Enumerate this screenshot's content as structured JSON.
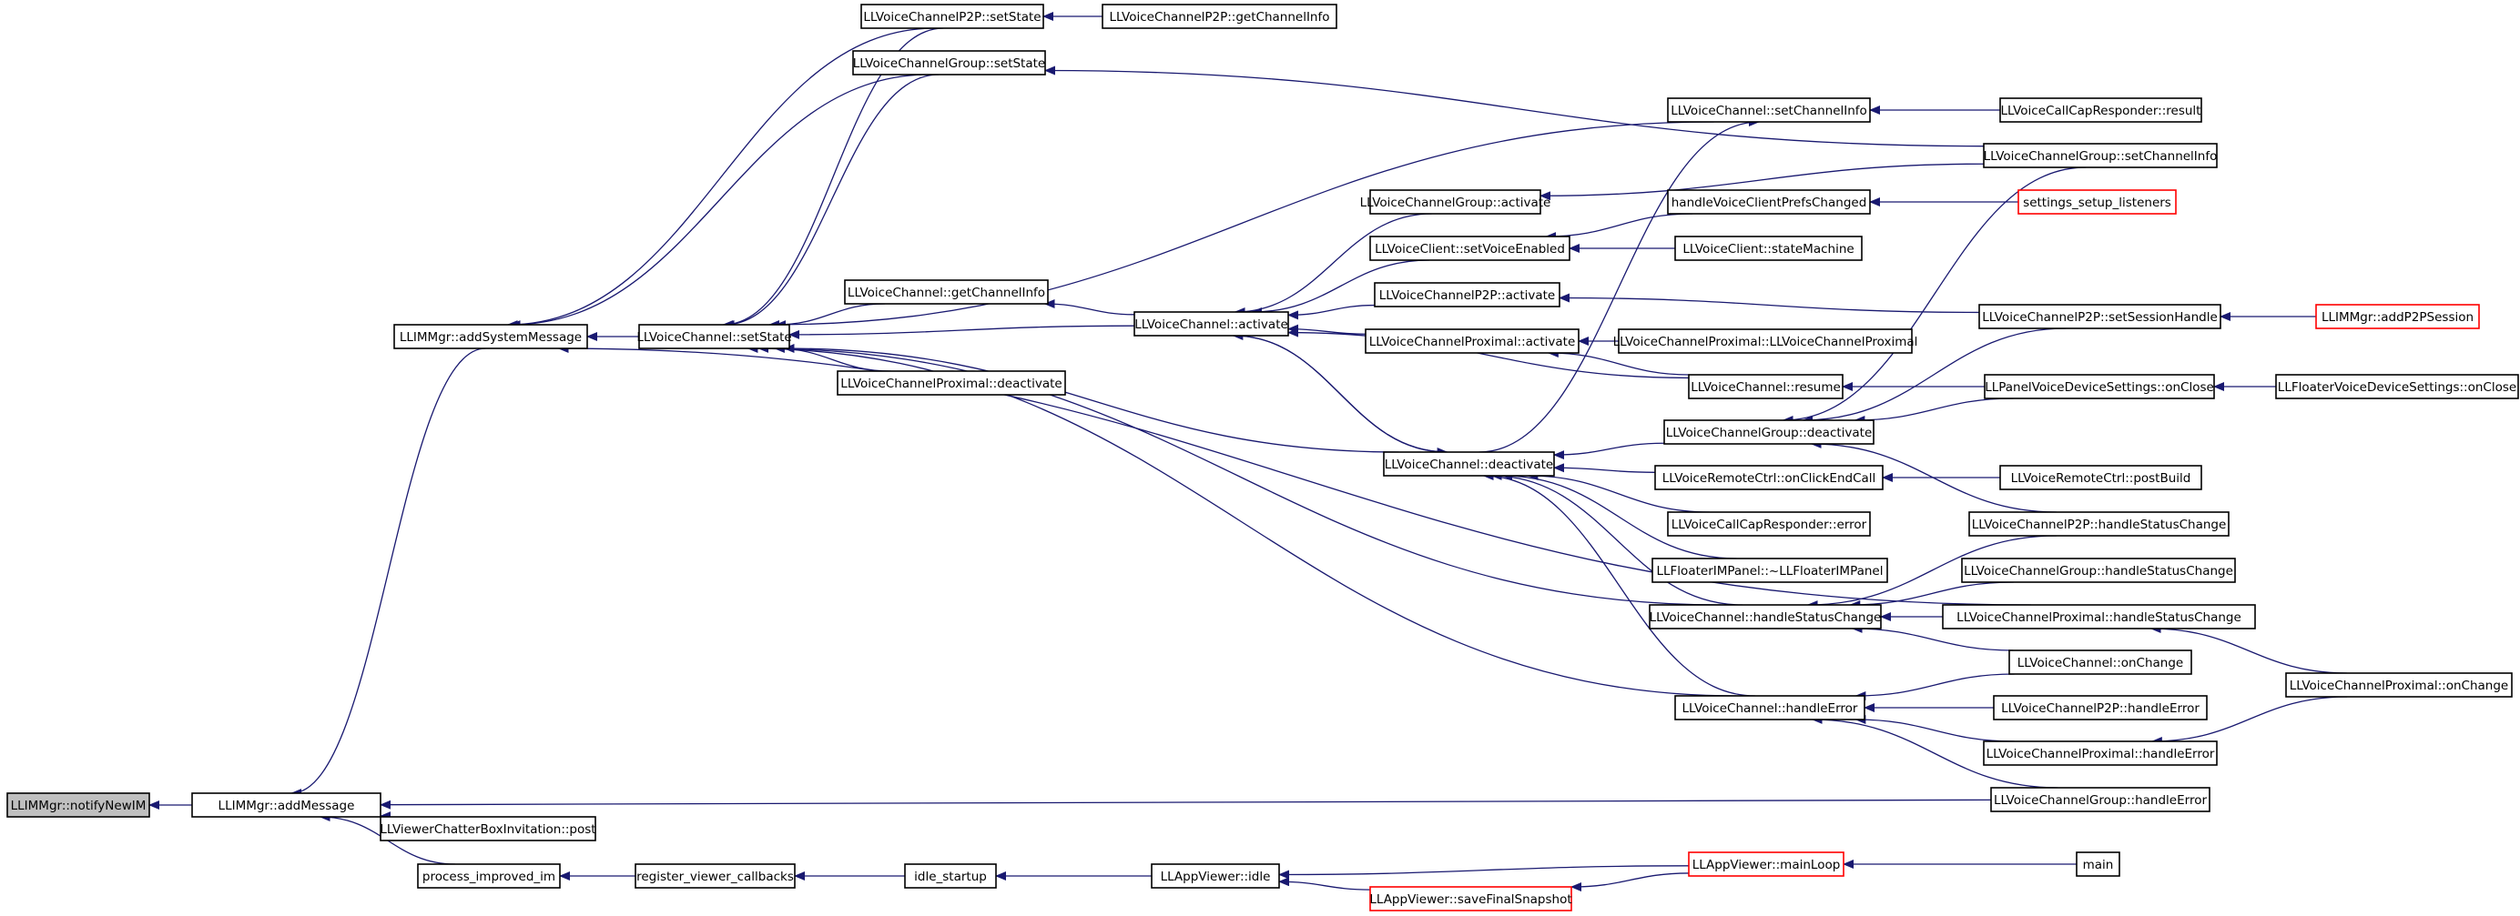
{
  "diagram": {
    "nodes": [
      {
        "id": "n1",
        "label": "LLIMMgr::notifyNewIM",
        "style": "root"
      },
      {
        "id": "n2",
        "label": "LLIMMgr::addMessage"
      },
      {
        "id": "n3",
        "label": "LLIMMgr::addSystemMessage"
      },
      {
        "id": "n4",
        "label": "LLViewerChatterBoxInvitation::post"
      },
      {
        "id": "n5",
        "label": "process_improved_im"
      },
      {
        "id": "n6",
        "label": "register_viewer_callbacks"
      },
      {
        "id": "n7",
        "label": "idle_startup"
      },
      {
        "id": "n8",
        "label": "LLAppViewer::idle"
      },
      {
        "id": "n9",
        "label": "LLAppViewer::mainLoop",
        "style": "truncated"
      },
      {
        "id": "n10",
        "label": "LLAppViewer::saveFinalSnapshot",
        "style": "truncated"
      },
      {
        "id": "n11",
        "label": "main"
      },
      {
        "id": "n12",
        "label": "LLVoiceChannel::setState"
      },
      {
        "id": "n13",
        "label": "LLVoiceChannelP2P::setState"
      },
      {
        "id": "n14",
        "label": "LLVoiceChannelP2P::getChannelInfo"
      },
      {
        "id": "n15",
        "label": "LLVoiceChannelGroup::setState"
      },
      {
        "id": "n16",
        "label": "LLVoiceChannel::getChannelInfo"
      },
      {
        "id": "n17",
        "label": "LLVoiceChannelProximal::deactivate"
      },
      {
        "id": "n18",
        "label": "LLVoiceChannel::activate"
      },
      {
        "id": "n19",
        "label": "LLVoiceChannelGroup::activate"
      },
      {
        "id": "n20",
        "label": "LLVoiceClient::setVoiceEnabled"
      },
      {
        "id": "n21",
        "label": "LLVoiceChannelP2P::activate"
      },
      {
        "id": "n22",
        "label": "LLVoiceChannelProximal::activate"
      },
      {
        "id": "n23",
        "label": "LLVoiceChannel::deactivate"
      },
      {
        "id": "n24",
        "label": "LLVoiceChannel::setChannelInfo"
      },
      {
        "id": "n25",
        "label": "LLVoiceCallCapResponder::result"
      },
      {
        "id": "n26",
        "label": "LLVoiceChannelGroup::setChannelInfo"
      },
      {
        "id": "n27",
        "label": "handleVoiceClientPrefsChanged"
      },
      {
        "id": "n28",
        "label": "settings_setup_listeners",
        "style": "truncated"
      },
      {
        "id": "n29",
        "label": "LLVoiceClient::stateMachine"
      },
      {
        "id": "n30",
        "label": "LLVoiceChannelP2P::setSessionHandle"
      },
      {
        "id": "n31",
        "label": "LLIMMgr::addP2PSession",
        "style": "truncated"
      },
      {
        "id": "n32",
        "label": "LLVoiceChannelProximal::LLVoiceChannelProximal"
      },
      {
        "id": "n33",
        "label": "LLVoiceChannel::resume"
      },
      {
        "id": "n34",
        "label": "LLPanelVoiceDeviceSettings::onClose"
      },
      {
        "id": "n35",
        "label": "LLFloaterVoiceDeviceSettings::onClose"
      },
      {
        "id": "n36",
        "label": "LLVoiceChannelGroup::deactivate"
      },
      {
        "id": "n37",
        "label": "LLVoiceRemoteCtrl::onClickEndCall"
      },
      {
        "id": "n38",
        "label": "LLVoiceRemoteCtrl::postBuild"
      },
      {
        "id": "n39",
        "label": "LLVoiceCallCapResponder::error"
      },
      {
        "id": "n40",
        "label": "LLVoiceChannelP2P::handleStatusChange"
      },
      {
        "id": "n41",
        "label": "LLFloaterIMPanel::~LLFloaterIMPanel"
      },
      {
        "id": "n42",
        "label": "LLVoiceChannelGroup::handleStatusChange"
      },
      {
        "id": "n43",
        "label": "LLVoiceChannel::handleStatusChange"
      },
      {
        "id": "n44",
        "label": "LLVoiceChannelProximal::handleStatusChange"
      },
      {
        "id": "n45",
        "label": "LLVoiceChannel::onChange"
      },
      {
        "id": "n46",
        "label": "LLVoiceChannelProximal::onChange"
      },
      {
        "id": "n47",
        "label": "LLVoiceChannel::handleError"
      },
      {
        "id": "n48",
        "label": "LLVoiceChannelP2P::handleError"
      },
      {
        "id": "n49",
        "label": "LLVoiceChannelProximal::handleError"
      },
      {
        "id": "n50",
        "label": "LLVoiceChannelGroup::handleError"
      }
    ],
    "edges": [
      [
        "n2",
        "n1"
      ],
      [
        "n3",
        "n2"
      ],
      [
        "n4",
        "n2"
      ],
      [
        "n5",
        "n2"
      ],
      [
        "n50",
        "n2"
      ],
      [
        "n6",
        "n5"
      ],
      [
        "n7",
        "n6"
      ],
      [
        "n8",
        "n7"
      ],
      [
        "n9",
        "n8"
      ],
      [
        "n10",
        "n8"
      ],
      [
        "n9",
        "n10"
      ],
      [
        "n11",
        "n9"
      ],
      [
        "n12",
        "n3"
      ],
      [
        "n13",
        "n3"
      ],
      [
        "n15",
        "n3"
      ],
      [
        "n44",
        "n3"
      ],
      [
        "n14",
        "n13"
      ],
      [
        "n26",
        "n15"
      ],
      [
        "n13",
        "n12"
      ],
      [
        "n15",
        "n12"
      ],
      [
        "n16",
        "n12"
      ],
      [
        "n17",
        "n12"
      ],
      [
        "n18",
        "n12"
      ],
      [
        "n23",
        "n12"
      ],
      [
        "n24",
        "n12"
      ],
      [
        "n43",
        "n12"
      ],
      [
        "n47",
        "n12"
      ],
      [
        "n18",
        "n16"
      ],
      [
        "n19",
        "n18"
      ],
      [
        "n20",
        "n18"
      ],
      [
        "n21",
        "n18"
      ],
      [
        "n22",
        "n18"
      ],
      [
        "n23",
        "n18"
      ],
      [
        "n33",
        "n18"
      ],
      [
        "n18",
        "n23"
      ],
      [
        "n36",
        "n23"
      ],
      [
        "n37",
        "n23"
      ],
      [
        "n39",
        "n23"
      ],
      [
        "n41",
        "n23"
      ],
      [
        "n43",
        "n23"
      ],
      [
        "n47",
        "n23"
      ],
      [
        "n23",
        "n24"
      ],
      [
        "n25",
        "n24"
      ],
      [
        "n26",
        "n19"
      ],
      [
        "n27",
        "n20"
      ],
      [
        "n29",
        "n20"
      ],
      [
        "n28",
        "n27"
      ],
      [
        "n30",
        "n21"
      ],
      [
        "n31",
        "n30"
      ],
      [
        "n32",
        "n22"
      ],
      [
        "n33",
        "n22"
      ],
      [
        "n34",
        "n33"
      ],
      [
        "n35",
        "n34"
      ],
      [
        "n26",
        "n36"
      ],
      [
        "n30",
        "n36"
      ],
      [
        "n34",
        "n36"
      ],
      [
        "n40",
        "n36"
      ],
      [
        "n38",
        "n37"
      ],
      [
        "n40",
        "n43"
      ],
      [
        "n42",
        "n43"
      ],
      [
        "n44",
        "n43"
      ],
      [
        "n45",
        "n43"
      ],
      [
        "n45",
        "n47"
      ],
      [
        "n48",
        "n47"
      ],
      [
        "n49",
        "n47"
      ],
      [
        "n50",
        "n47"
      ],
      [
        "n46",
        "n44"
      ],
      [
        "n46",
        "n49"
      ]
    ]
  }
}
